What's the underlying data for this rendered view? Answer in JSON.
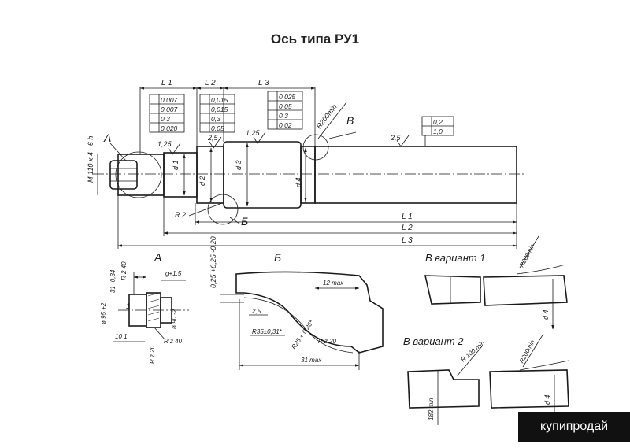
{
  "title": "Ось типа РУ1",
  "shaft_labels": {
    "thread": "M 110 x 4 - 6 h",
    "view_a": "А",
    "view_b": "Б",
    "view_v": "В",
    "l1": "L 1",
    "l2": "L 2",
    "l3": "L 3",
    "d1": "d 1",
    "d2": "d 2",
    "d3": "d 3",
    "d4": "d 4",
    "r2": "R 2",
    "roughness_125a": "1,25",
    "roughness_25a": "2,5",
    "roughness_125b": "1,25",
    "roughness_25b": "2,5",
    "r200": "R200min"
  },
  "tolerance_frames": [
    {
      "rows": [
        "0,007",
        "0,007",
        "0,3",
        "0,020"
      ]
    },
    {
      "rows": [
        "0,015",
        "0,015",
        "0,3",
        "0,05"
      ]
    },
    {
      "rows": [
        "0,025",
        "0,05",
        "0,3",
        "0,02"
      ]
    },
    {
      "rows": [
        "0,2",
        "1,0"
      ]
    }
  ],
  "detail_a": {
    "label": "А",
    "dim_31": "31 -0,34",
    "r2_40": "R 2 40",
    "g15": "g+1,5",
    "d95": "ø 95 +2",
    "d90": "ø 90 -2",
    "l1": "1",
    "l10": "10 1",
    "rz40": "R z 40",
    "rz20": "R z 20"
  },
  "detail_b": {
    "label": "Б",
    "tol": "0,25 +0,25 -0,20",
    "max12": "12 max",
    "r25": "2,5",
    "r35": "R35±0,31*",
    "r25b": "R25 + 0,26*",
    "rz20": "R z 20",
    "max31": "31 max"
  },
  "variant1": {
    "label": "В вариант 1",
    "r200": "R200min",
    "d4": "d 4"
  },
  "variant2": {
    "label": "В вариант 2",
    "r100": "R 100 min",
    "r200": "R200min",
    "min182": "182 min",
    "d4": "d 4"
  },
  "watermark": "купипродай"
}
